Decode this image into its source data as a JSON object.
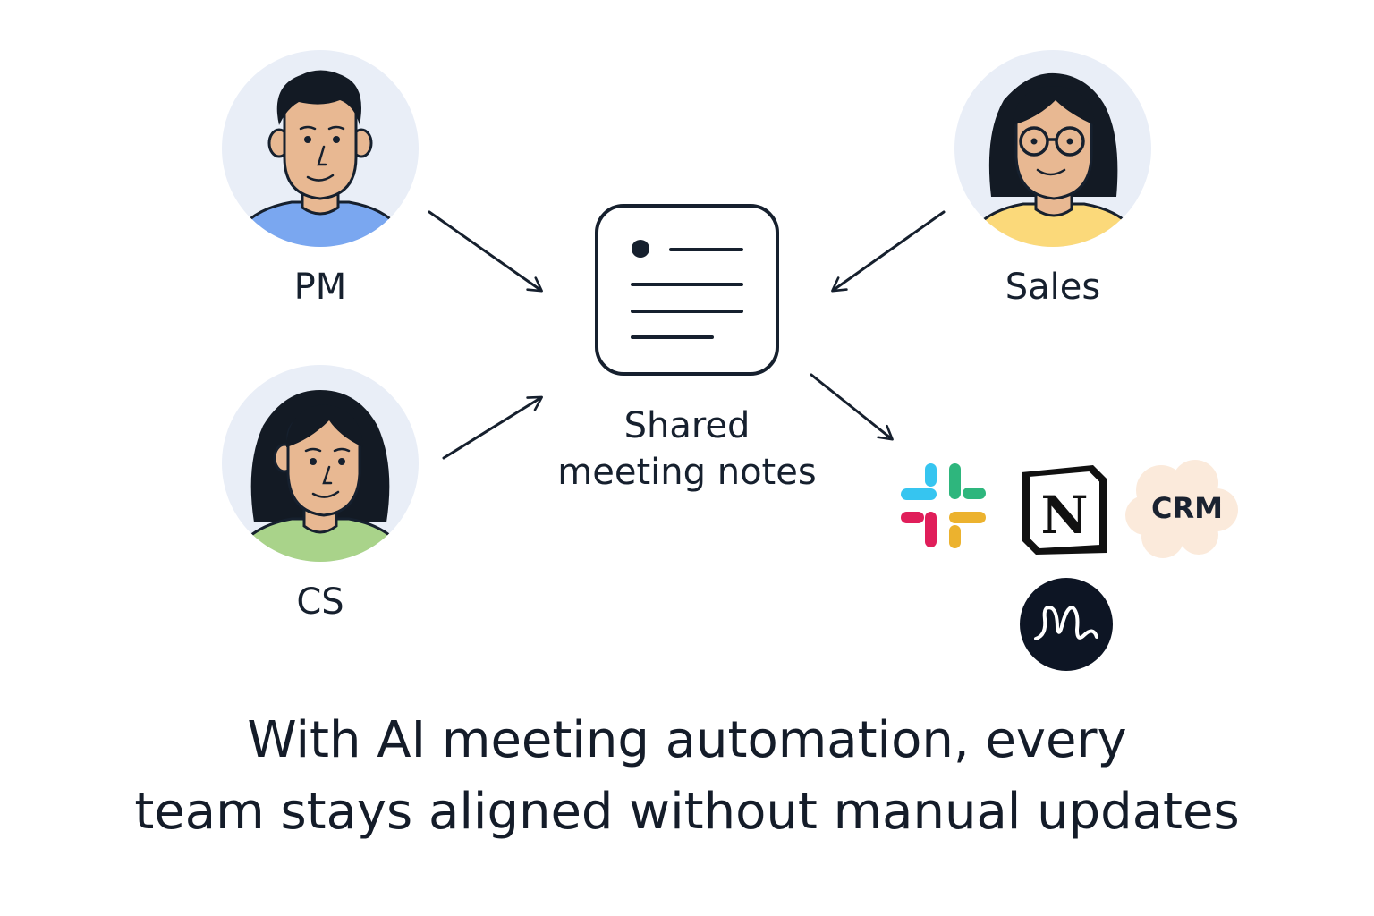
{
  "people": [
    {
      "role": "PM",
      "shirt_color": "#7aa7f0"
    },
    {
      "role": "Sales",
      "shirt_color": "#fbd97a"
    },
    {
      "role": "CS",
      "shirt_color": "#a9d38a"
    }
  ],
  "hub": {
    "label_line1": "Shared",
    "label_line2": "meeting notes",
    "icon": "document-icon"
  },
  "integrations": [
    {
      "name": "slack-logo"
    },
    {
      "name": "notion-logo",
      "glyph": "N"
    },
    {
      "name": "crm-cloud-icon",
      "text": "CRM"
    },
    {
      "name": "m-circle-logo"
    }
  ],
  "headline": {
    "line1": "With AI meeting automation, every",
    "line2": "team stays aligned without manual updates"
  },
  "colors": {
    "ink": "#16202e",
    "avatar_bg": "#e9eef7",
    "skin": "#e8b892",
    "hair": "#131a24",
    "crm_cloud": "#fbeadb",
    "slack_blue": "#36c5f0",
    "slack_green": "#2eb67d",
    "slack_red": "#e01e5a",
    "slack_yellow": "#ecb22e"
  }
}
